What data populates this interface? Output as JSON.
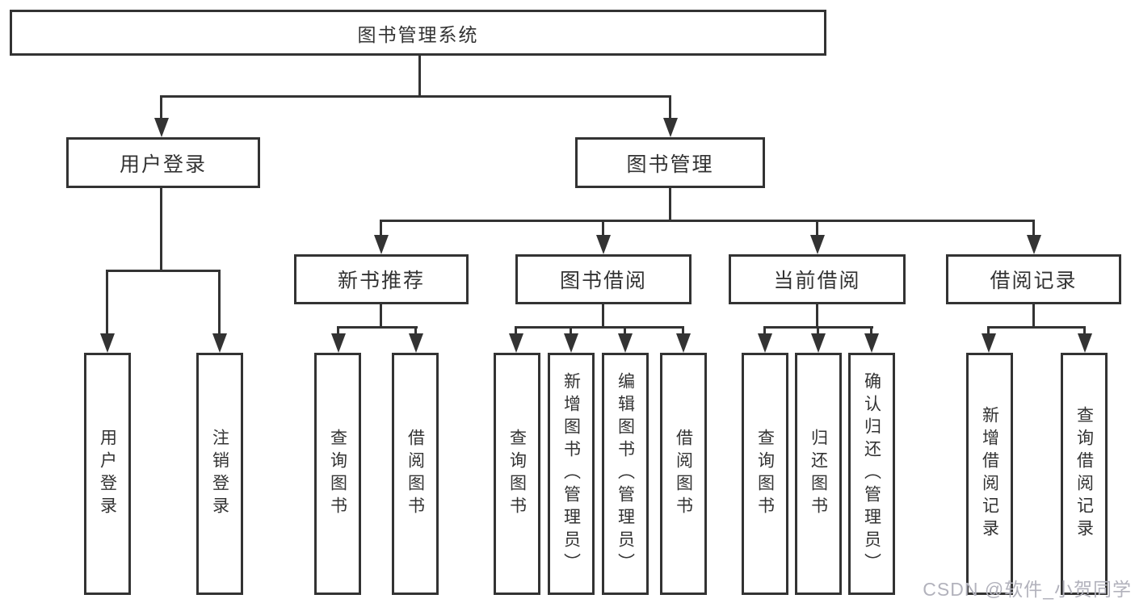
{
  "diagram": {
    "title": "图书管理系统",
    "background_color": "#ffffff",
    "line_color": "#333333",
    "text_color": "#333333"
  },
  "nodes": {
    "root": "图书管理系统",
    "user_login": "用户登录",
    "book_management": "图书管理",
    "new_book_recommendation": "新书推荐",
    "book_borrowing": "图书借阅",
    "current_borrowing": "当前借阅",
    "borrowing_records": "借阅记录",
    "leaf_user_login": "用户登录",
    "leaf_logout": "注销登录",
    "leaf_query_books_1": "查询图书",
    "leaf_borrow_books_1": "借阅图书",
    "leaf_query_books_2": "查询图书",
    "leaf_add_book_admin": "新增图书（管理员）",
    "leaf_edit_book_admin": "编辑图书（管理员）",
    "leaf_borrow_books_2": "借阅图书",
    "leaf_query_books_3": "查询图书",
    "leaf_return_book": "归还图书",
    "leaf_confirm_return_admin": "确认归还（管理员）",
    "leaf_add_borrow_record": "新增借阅记录",
    "leaf_query_borrow_record": "查询借阅记录"
  },
  "watermark": {
    "text": "CSDN @软件_小贺同学",
    "color": "#b2b2bc"
  }
}
